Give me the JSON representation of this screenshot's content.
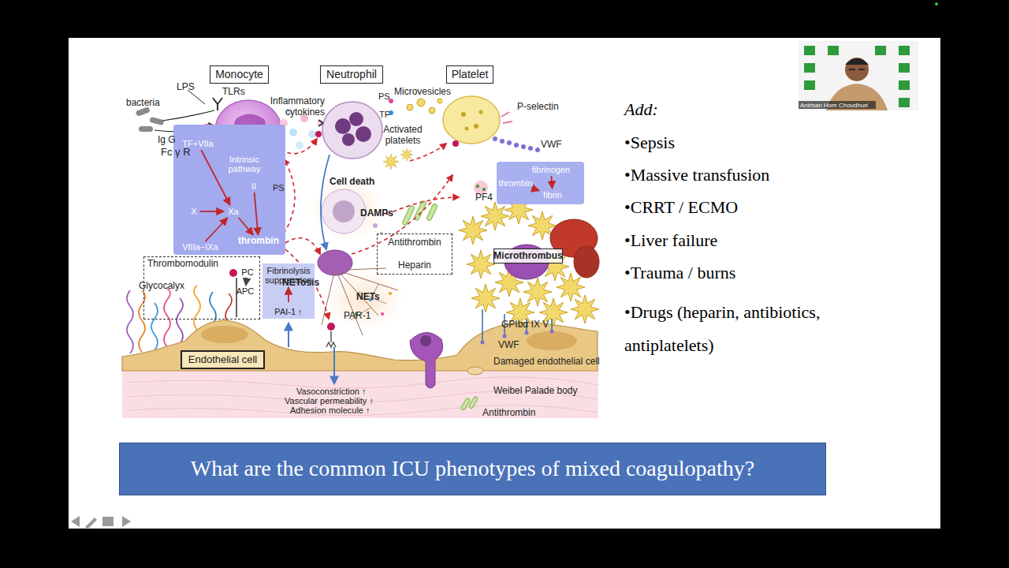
{
  "diagram": {
    "nodes": [
      {
        "text": [
          "Monocyte"
        ]
      },
      {
        "text": [
          "Neutrophil"
        ]
      },
      {
        "text": [
          "Platelet"
        ]
      },
      {
        "text": [
          "Intrinsic pathway"
        ]
      },
      {
        "text": [
          "TF+VIIa"
        ],
        "in": 3
      },
      {
        "text": [
          "II"
        ],
        "in": 3
      },
      {
        "text": [
          "X"
        ],
        "in": 3
      },
      {
        "text": [
          "Xa"
        ],
        "in": 3
      },
      {
        "text": [
          "thrombin"
        ],
        "in": 3
      },
      {
        "text": [
          "VIIIa−IXa"
        ],
        "in": 3
      },
      {
        "text": [
          "fibrinogen"
        ]
      },
      {
        "text": [
          "thrombin"
        ]
      },
      {
        "text": [
          "fibrin"
        ]
      },
      {
        "text": [
          "Thrombomodulin"
        ]
      },
      {
        "text": [
          "PC"
        ],
        "in": 13
      },
      {
        "text": [
          "APC"
        ],
        "in": 13
      },
      {
        "text": [
          "Fibrinolysis suppression",
          "PAI-1 ↑"
        ]
      },
      {
        "text": [
          "Antithrombin",
          "Heparin"
        ]
      },
      {
        "text": [
          "Microthrombus"
        ]
      },
      {
        "text": [
          "Endothelial cell"
        ]
      },
      {
        "text": [
          "What are the common ICU phenotypes of mixed coagulopathy?"
        ]
      }
    ],
    "edges": [
      {
        "from": 4,
        "to": 7,
        "arrow": "to"
      },
      {
        "from": 6,
        "to": 7,
        "arrow": "to"
      },
      {
        "from": 9,
        "to": 7,
        "arrow": "to"
      },
      {
        "from": 5,
        "to": 8,
        "arrow": "to"
      },
      {
        "from": 7,
        "to": 8,
        "arrow": "to"
      },
      {
        "from": 10,
        "to": 12,
        "arrow": "to"
      },
      {
        "from": 11,
        "to": 12,
        "arrow": "to"
      },
      {
        "from": 14,
        "to": 15,
        "arrow": "to"
      }
    ],
    "labels": [
      "bacteria",
      "LPS",
      "TLRs",
      "Ig G",
      "Fc γ R",
      "PS",
      "Inflammatory cytokines",
      "Cell death",
      "DAMPs",
      "NETosis",
      "NETs",
      "PS",
      "TF",
      "Microvesicles",
      "Activated platelets",
      "P-selectin",
      "VWF",
      "PF4",
      "Glycocalyx",
      "PAR-1",
      "Vasoconstriction ↑",
      "Vascular permeability ↑",
      "Adhesion molecule ↑",
      "GPIbα IX V",
      "VWF",
      "Damaged endothelial cell",
      "Weibel Palade body",
      "Antithrombin",
      "Add:",
      "•Sepsis",
      "•Massive transfusion",
      "•CRRT / ECMO",
      "•Liver failure",
      "•Trauma / burns",
      "•Drugs (heparin, antibiotics, antiplatelets)",
      "Anirban Hom Choudhuri"
    ]
  }
}
